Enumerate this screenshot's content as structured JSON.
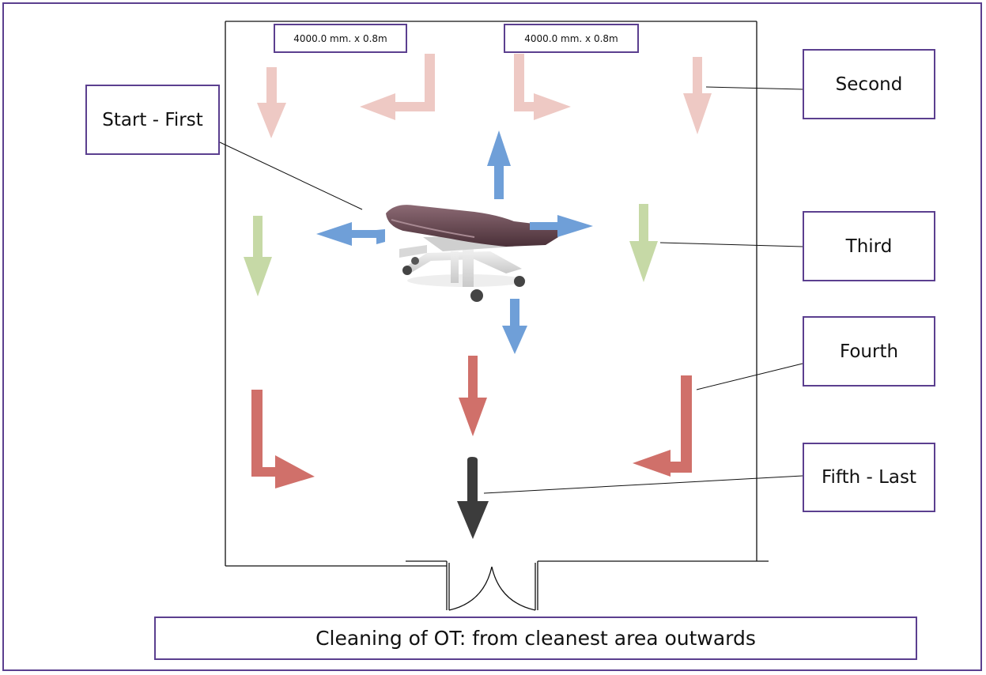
{
  "dimensions": {
    "left": "4000.0 mm. x 0.8m",
    "right": "4000.0 mm. x 0.8m"
  },
  "stages": {
    "first": "Start - First",
    "second": "Second",
    "third": "Third",
    "fourth": "Fourth",
    "fifth": "Fifth - Last"
  },
  "caption": "Cleaning of OT: from cleanest area outwards",
  "colors": {
    "border": "#5b3f8f",
    "stage_first": "#6f9fd8",
    "stage_second": "#eec9c4",
    "stage_third": "#c6d9a6",
    "stage_fourth": "#d0706a",
    "stage_fifth": "#3c3c3c"
  },
  "illustration": "stretcher-trolley"
}
